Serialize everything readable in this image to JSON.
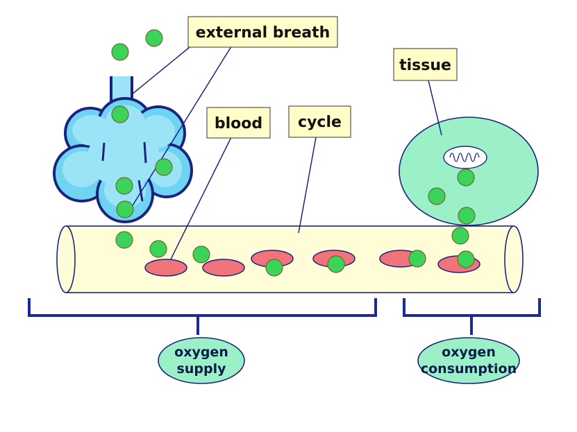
{
  "labels": {
    "external_breath": "external breath",
    "tissue": "tissue",
    "blood": "blood",
    "cycle": "cycle",
    "oxygen_supply_line1": "oxygen",
    "oxygen_supply_line2": "supply",
    "oxygen_consumption_line1": "oxygen",
    "oxygen_consumption_line2": "consumption"
  },
  "colors": {
    "label_box_fill": "#FFFDC8",
    "vessel_fill": "#FFFCD8",
    "outline": "#1A237E",
    "oxygen_molecule": "#3CD35A",
    "red_blood_cell": "#F0747A",
    "lung": "#6FD3F2",
    "tissue_cell": "#9BF0C7",
    "badge_fill": "#9BF0C7"
  },
  "icons": {
    "lung": "lung-cluster-icon",
    "oxygen": "oxygen-molecule-icon",
    "red_cell": "red-blood-cell-icon",
    "mitochondrion": "mitochondrion-icon"
  }
}
